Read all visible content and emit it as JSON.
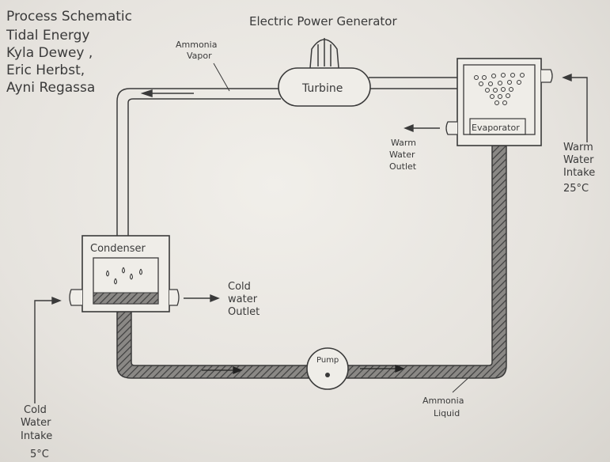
{
  "header": {
    "line1": "Process Schematic",
    "line2": "Tidal Energy",
    "line3": "Kyla Dewey ,",
    "line4": "Eric Herbst,",
    "line5": "Ayni Regassa"
  },
  "labels": {
    "generator": "Electric Power Generator",
    "turbine": "Turbine",
    "ammonia_vapor_1": "Ammonia",
    "ammonia_vapor_2": "Vapor",
    "evaporator": "Evaporator",
    "condenser": "Condenser",
    "pump": "Pump",
    "ammonia_liquid_1": "Ammonia",
    "ammonia_liquid_2": "Liquid",
    "warm_outlet_1": "Warm",
    "warm_outlet_2": "Water",
    "warm_outlet_3": "Outlet",
    "warm_intake_1": "Warm",
    "warm_intake_2": "Water",
    "warm_intake_3": "Intake",
    "warm_intake_4": "25°C",
    "cold_outlet_1": "Cold",
    "cold_outlet_2": "water",
    "cold_outlet_3": "Outlet",
    "cold_intake_1": "Cold",
    "cold_intake_2": "Water",
    "cold_intake_3": "Intake",
    "cold_intake_4": "5°C"
  },
  "colors": {
    "ink": "#3a3a3a",
    "paper": "#efede8",
    "hatch": "#555555"
  }
}
